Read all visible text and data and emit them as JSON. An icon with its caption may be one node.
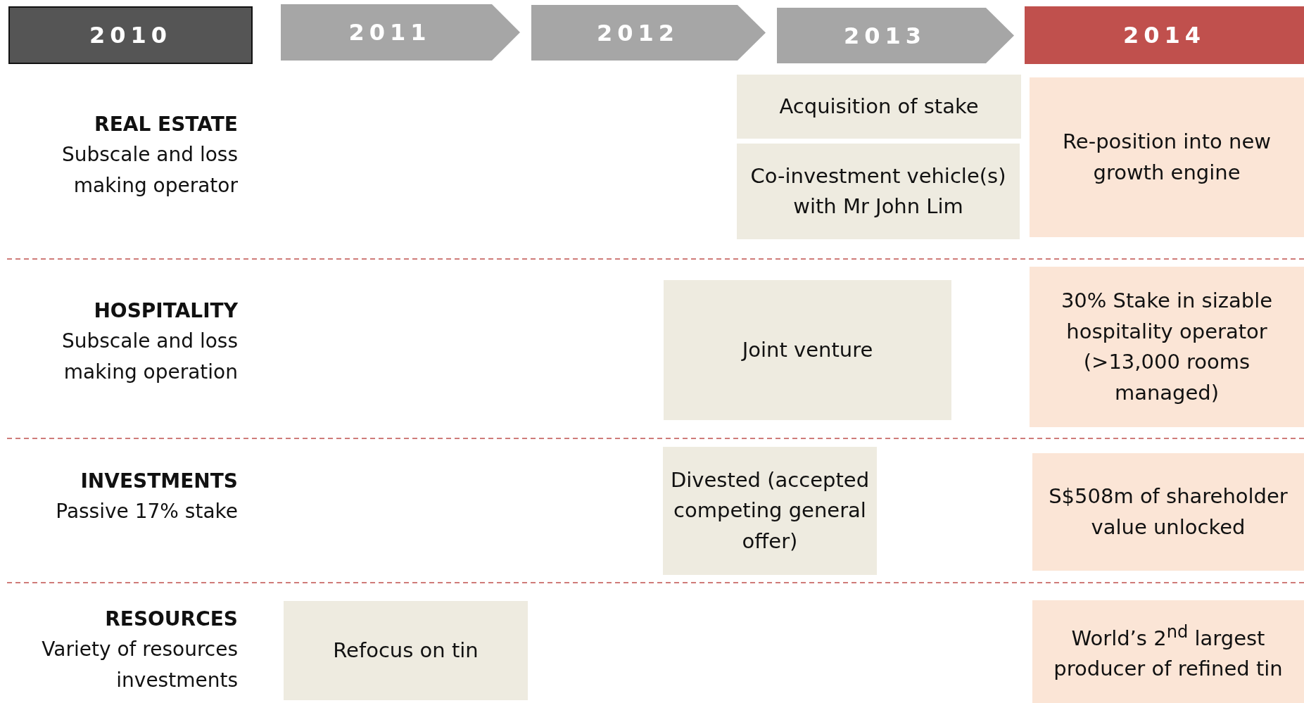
{
  "diagram": {
    "nodes": [
      {
        "text": [
          "2010"
        ]
      },
      {
        "text": [
          "2011"
        ]
      },
      {
        "text": [
          "2012"
        ]
      },
      {
        "text": [
          "2013"
        ]
      },
      {
        "text": [
          "2014"
        ]
      },
      {
        "text": [
          "Acquisition of stake"
        ]
      },
      {
        "text": [
          "Co-investment vehicle(s) with Mr John Lim"
        ]
      },
      {
        "text": [
          "Re-position into new growth engine"
        ]
      },
      {
        "text": [
          "Joint venture"
        ]
      },
      {
        "text": [
          "30% Stake in sizable hospitality operator (>13,000 rooms managed)"
        ]
      },
      {
        "text": [
          "Divested (accepted competing general offer)"
        ]
      },
      {
        "text": [
          "S$508m of shareholder value unlocked"
        ]
      },
      {
        "text": [
          "Refocus on tin"
        ]
      },
      {
        "text": [
          "World’s 2$^{nd}$ largest producer of refined tin"
        ]
      }
    ],
    "edges": [],
    "labels": [
      "REAL ESTATE",
      "Subscale and loss making operator",
      "HOSPITALITY",
      "Subscale and loss making operation",
      "INVESTMENTS",
      "Passive 17% stake",
      "RESOURCES",
      "Variety of resources investments"
    ]
  }
}
